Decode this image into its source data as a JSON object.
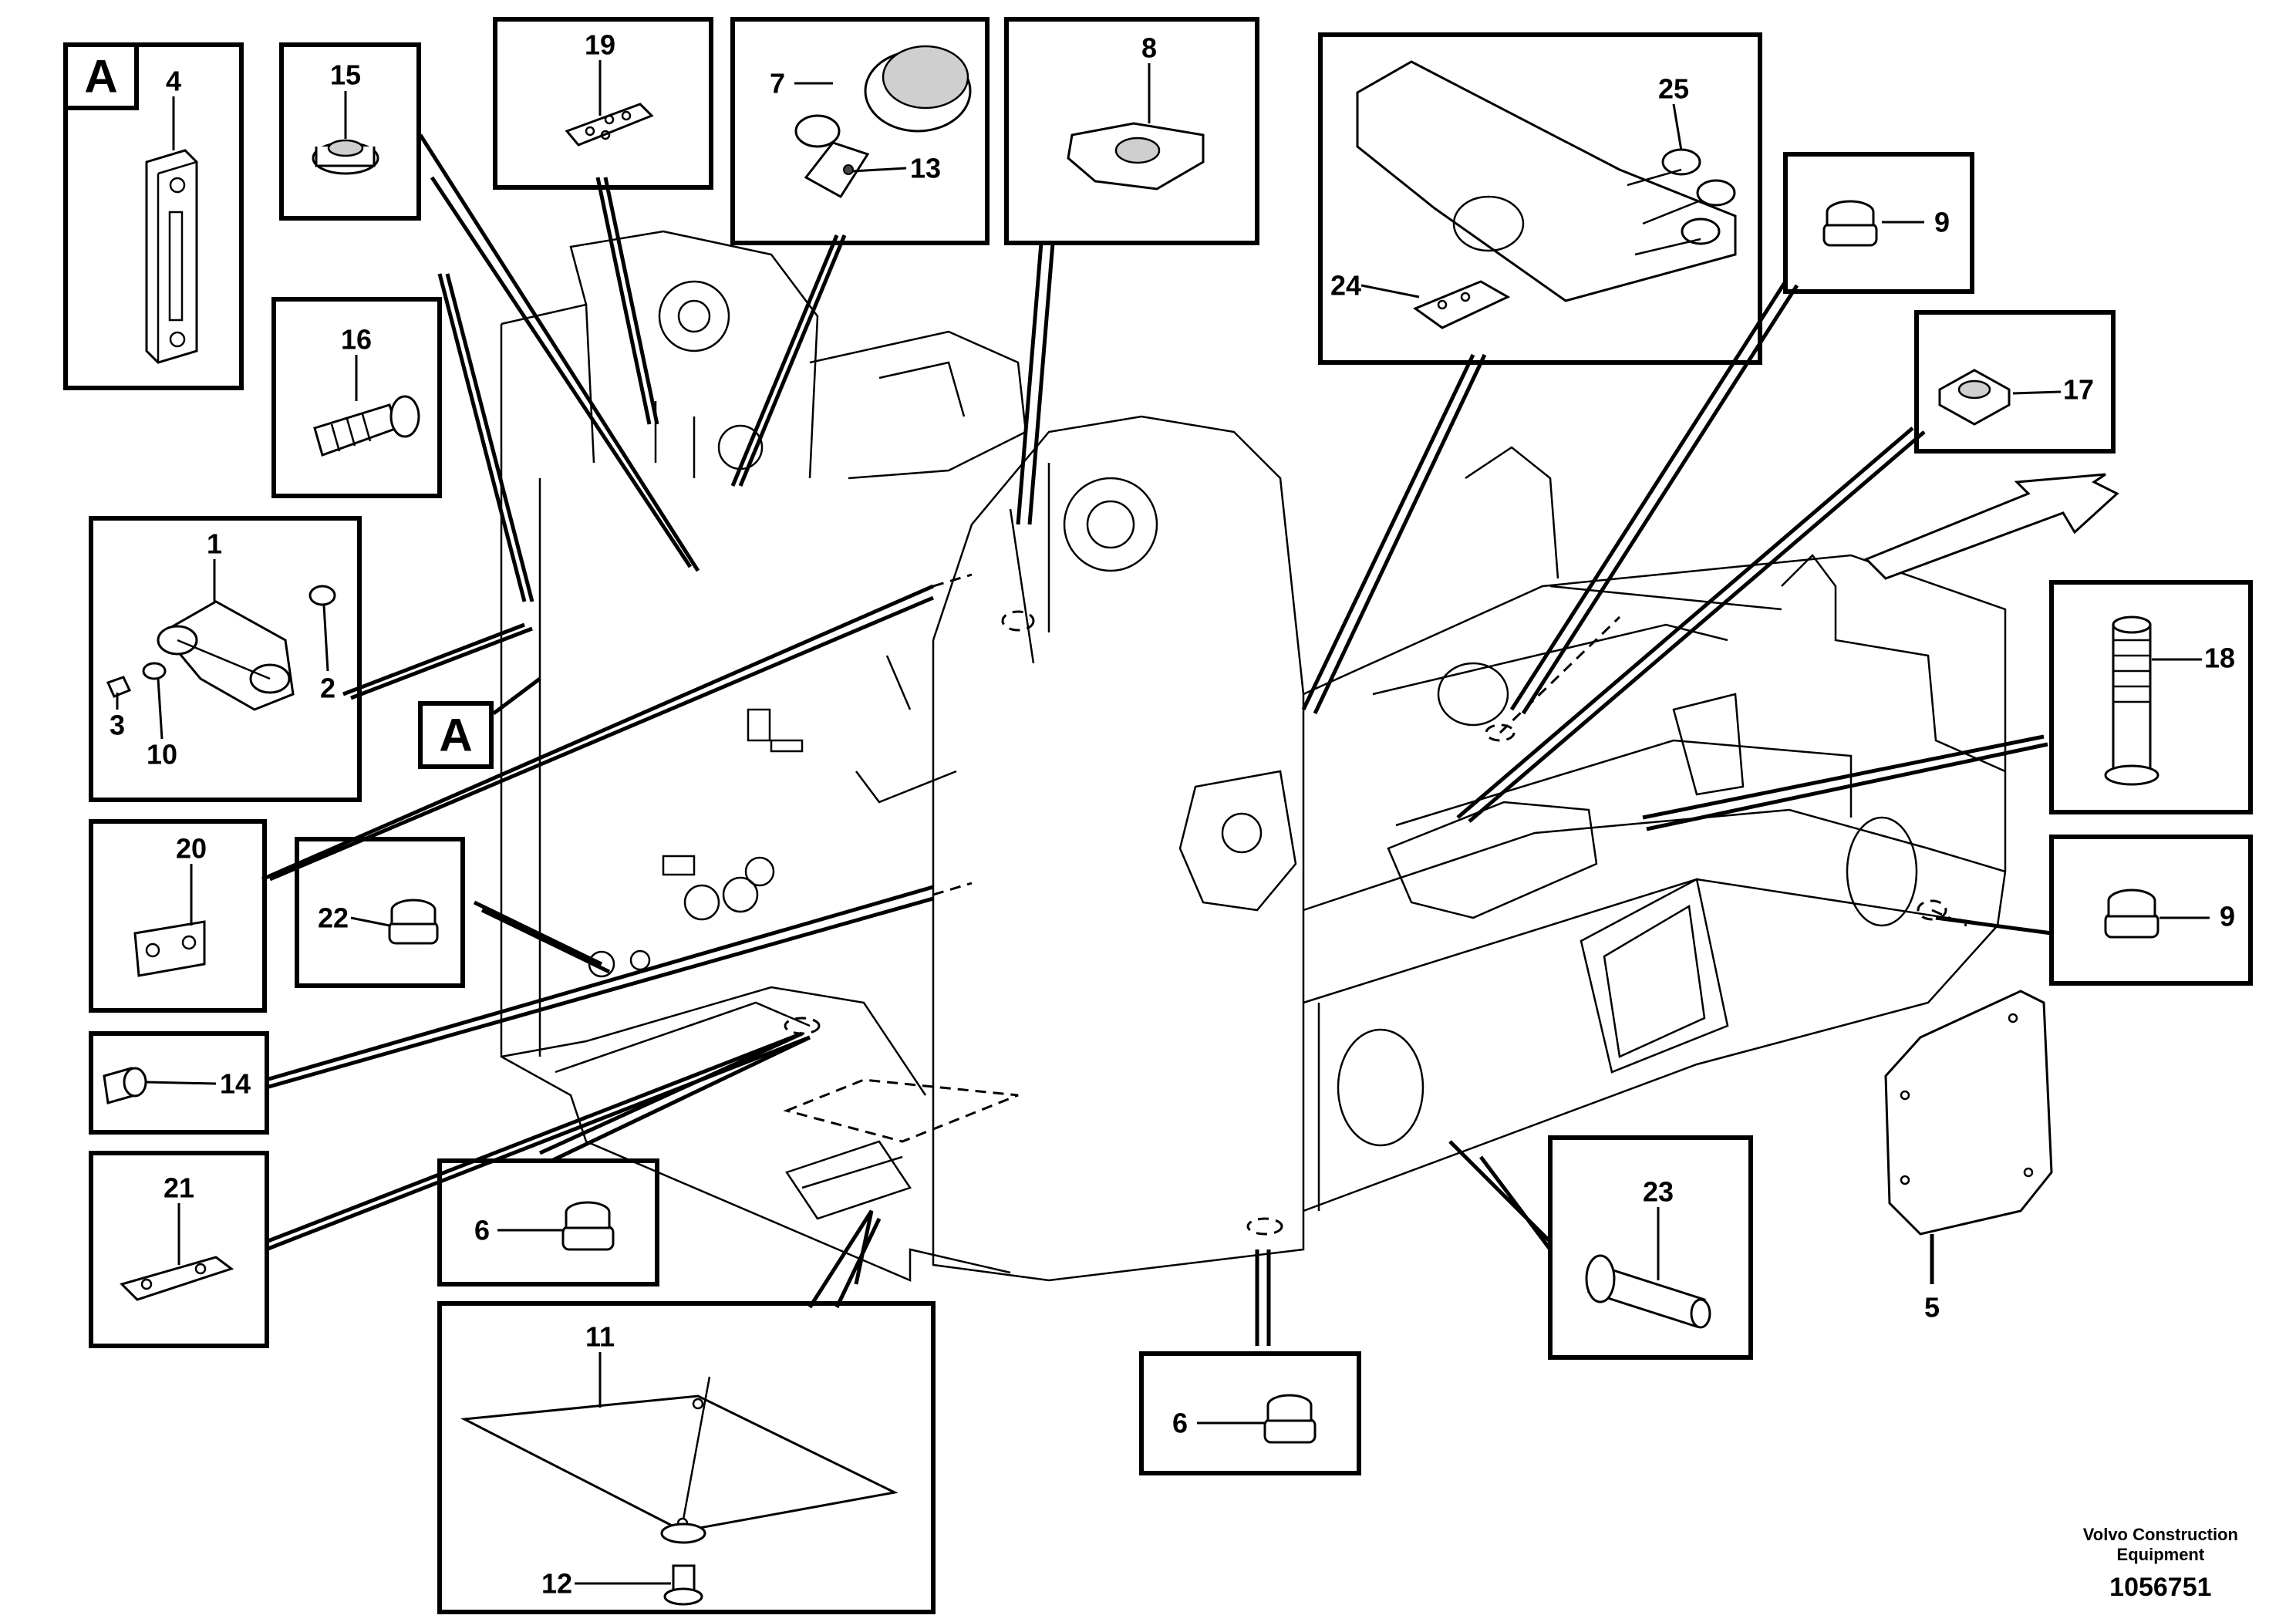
{
  "callouts": {
    "c1": "1",
    "c2": "2",
    "c3": "3",
    "c4": "4",
    "c5": "5",
    "c6a": "6",
    "c6b": "6",
    "c7": "7",
    "c8": "8",
    "c9a": "9",
    "c9b": "9",
    "c10": "10",
    "c11": "11",
    "c12": "12",
    "c13": "13",
    "c14": "14",
    "c15": "15",
    "c16": "16",
    "c17": "17",
    "c18": "18",
    "c19": "19",
    "c20": "20",
    "c21": "21",
    "c22": "22",
    "c23": "23",
    "c24": "24",
    "c25": "25"
  },
  "view_labels": {
    "detail_a_box": "A",
    "detail_a_pointer": "A"
  },
  "footer": {
    "brand_line1": "Volvo Construction",
    "brand_line2": "Equipment",
    "doc_number": "1056751"
  }
}
